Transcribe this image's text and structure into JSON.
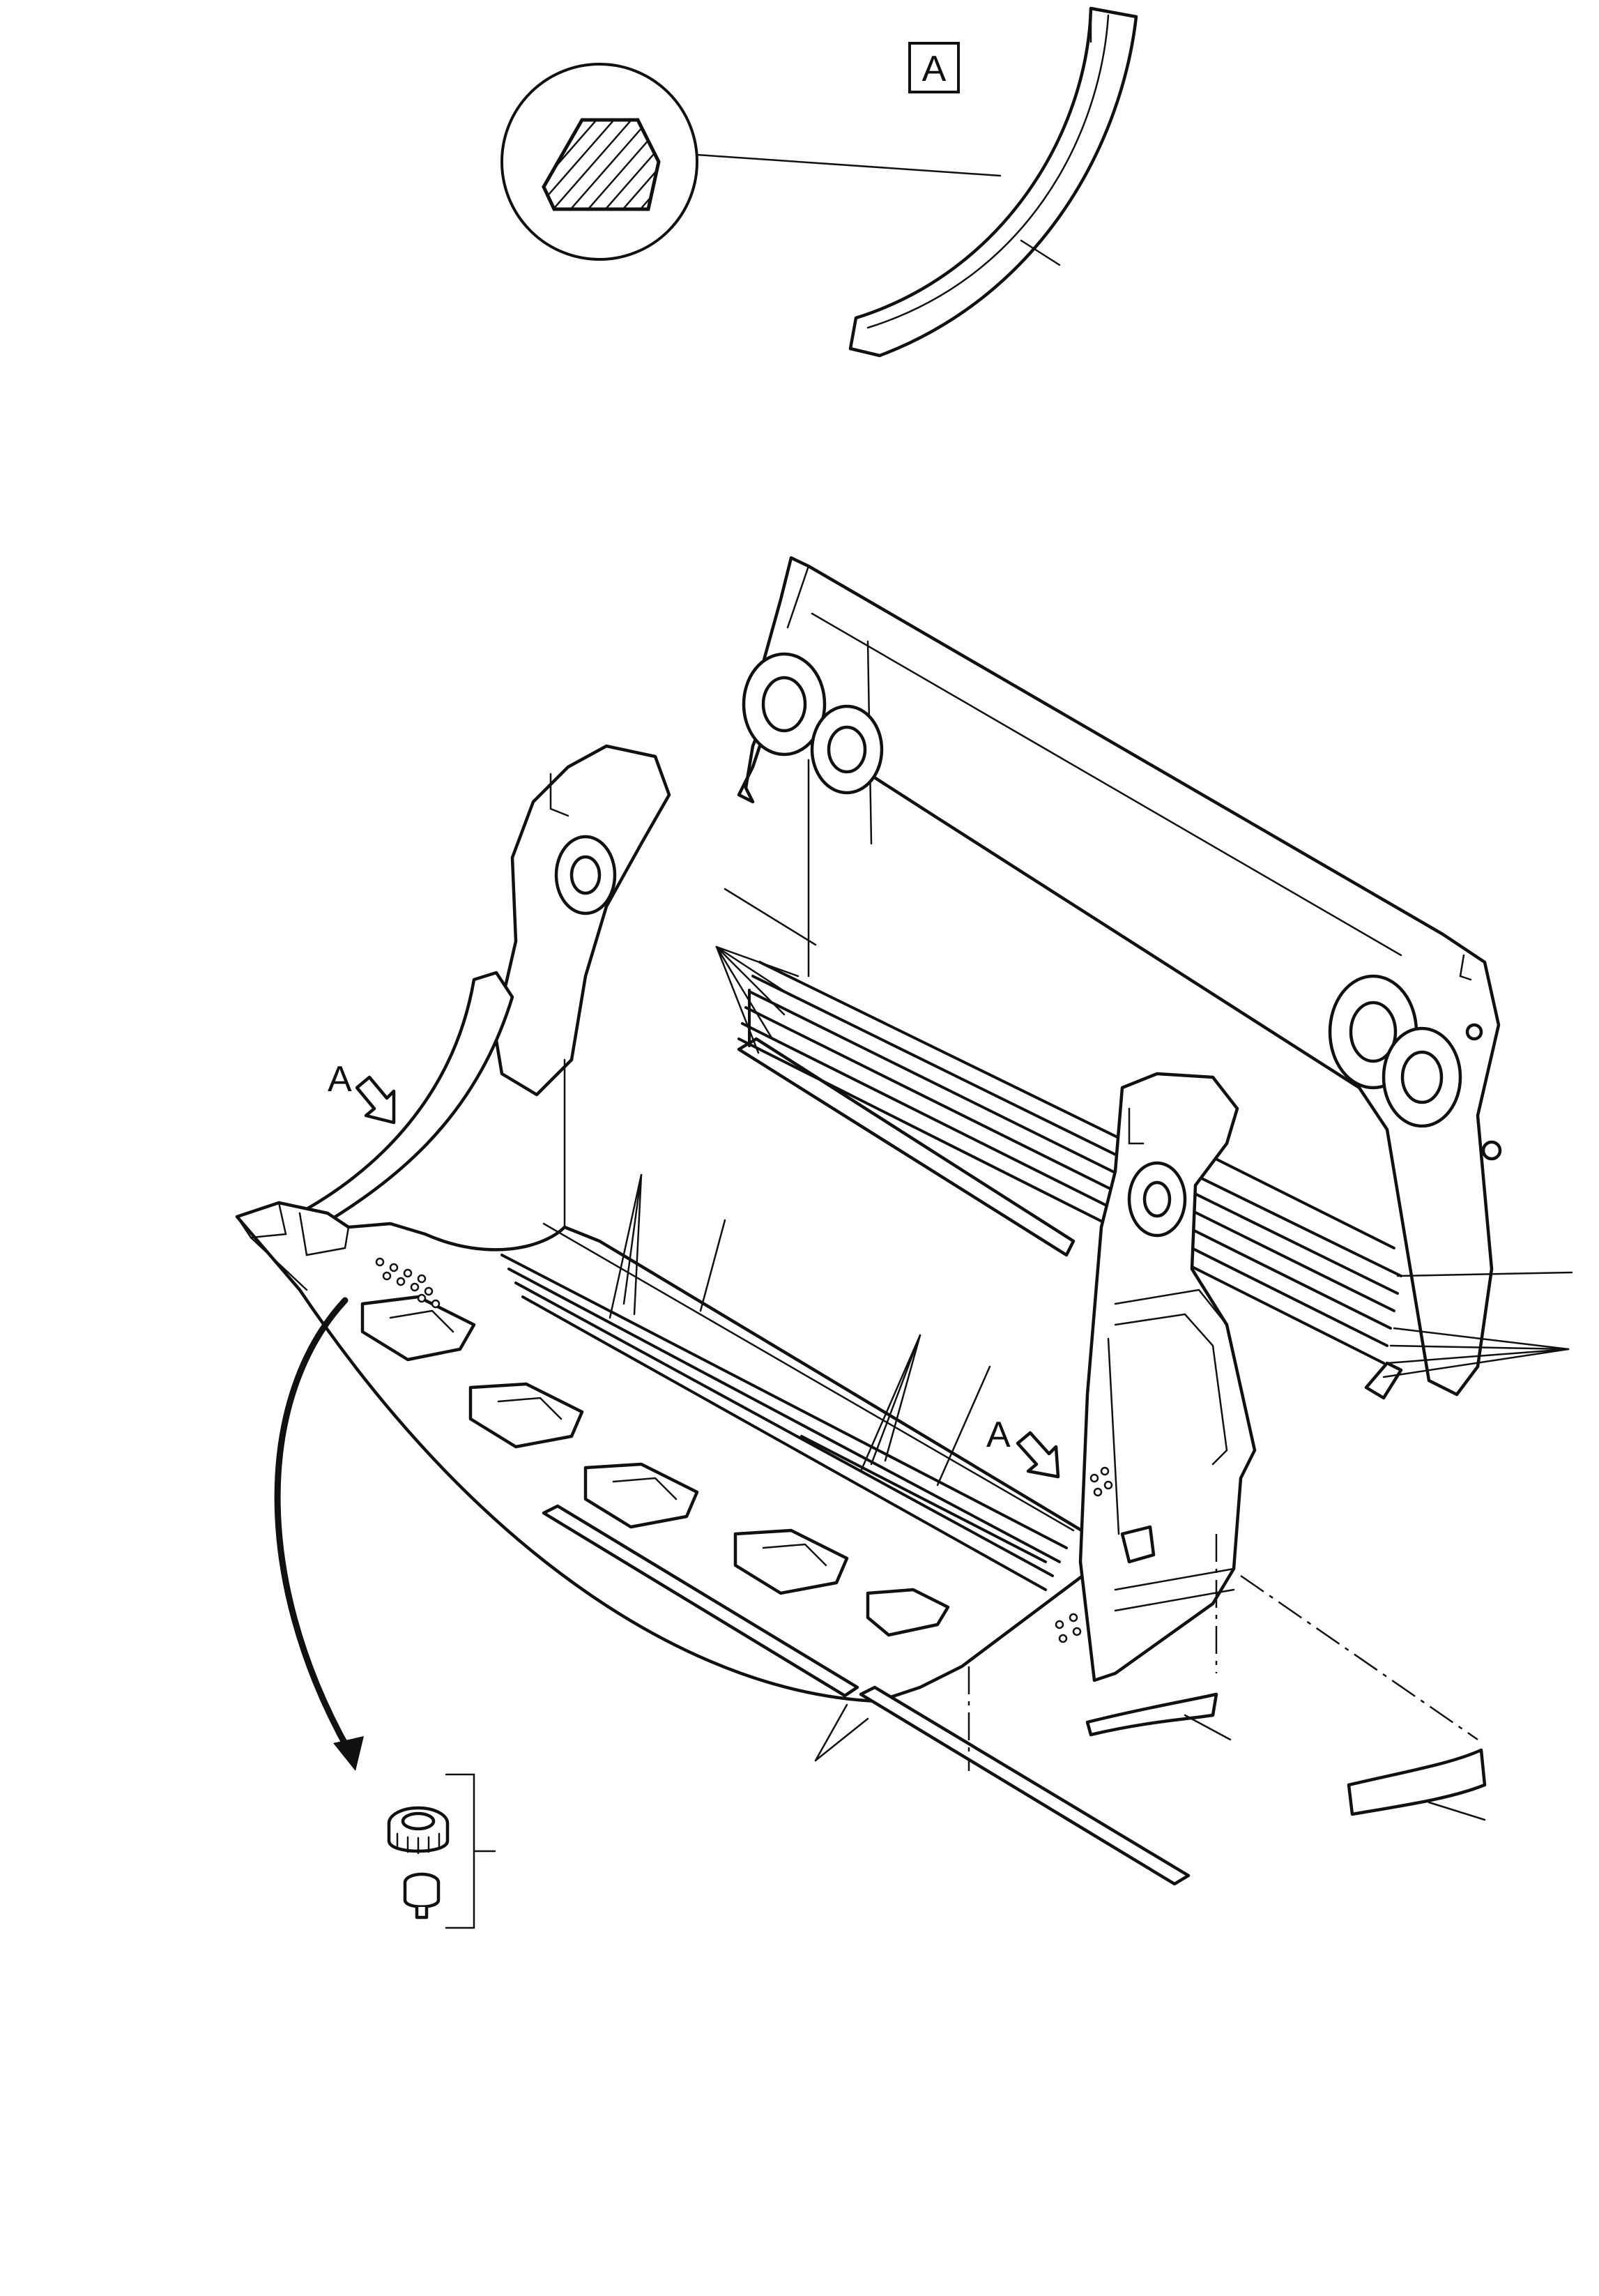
{
  "figure": {
    "view_label": "A",
    "arrow_label_left": "A",
    "arrow_label_right": "A"
  }
}
